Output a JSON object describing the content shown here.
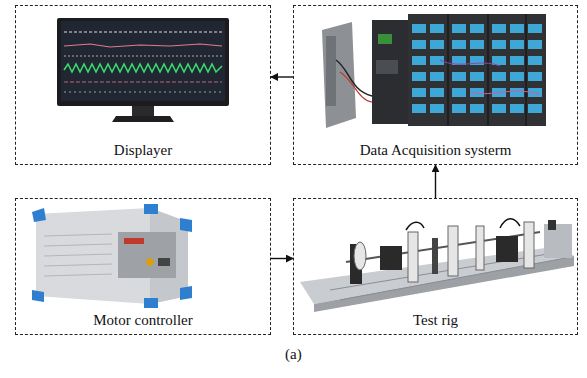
{
  "diagram": {
    "caption": "(a)",
    "nodes": [
      {
        "text": [
          "Displayer"
        ]
      },
      {
        "text": [
          "Data Acquisition systerm"
        ]
      },
      {
        "text": [
          "Motor controller"
        ]
      },
      {
        "text": [
          "Test rig"
        ]
      }
    ],
    "edges": [
      {
        "from": 1,
        "to": 0,
        "arrow": "to"
      },
      {
        "from": 2,
        "to": 3,
        "arrow": "to"
      },
      {
        "from": 3,
        "to": 1,
        "arrow": "to"
      }
    ]
  }
}
